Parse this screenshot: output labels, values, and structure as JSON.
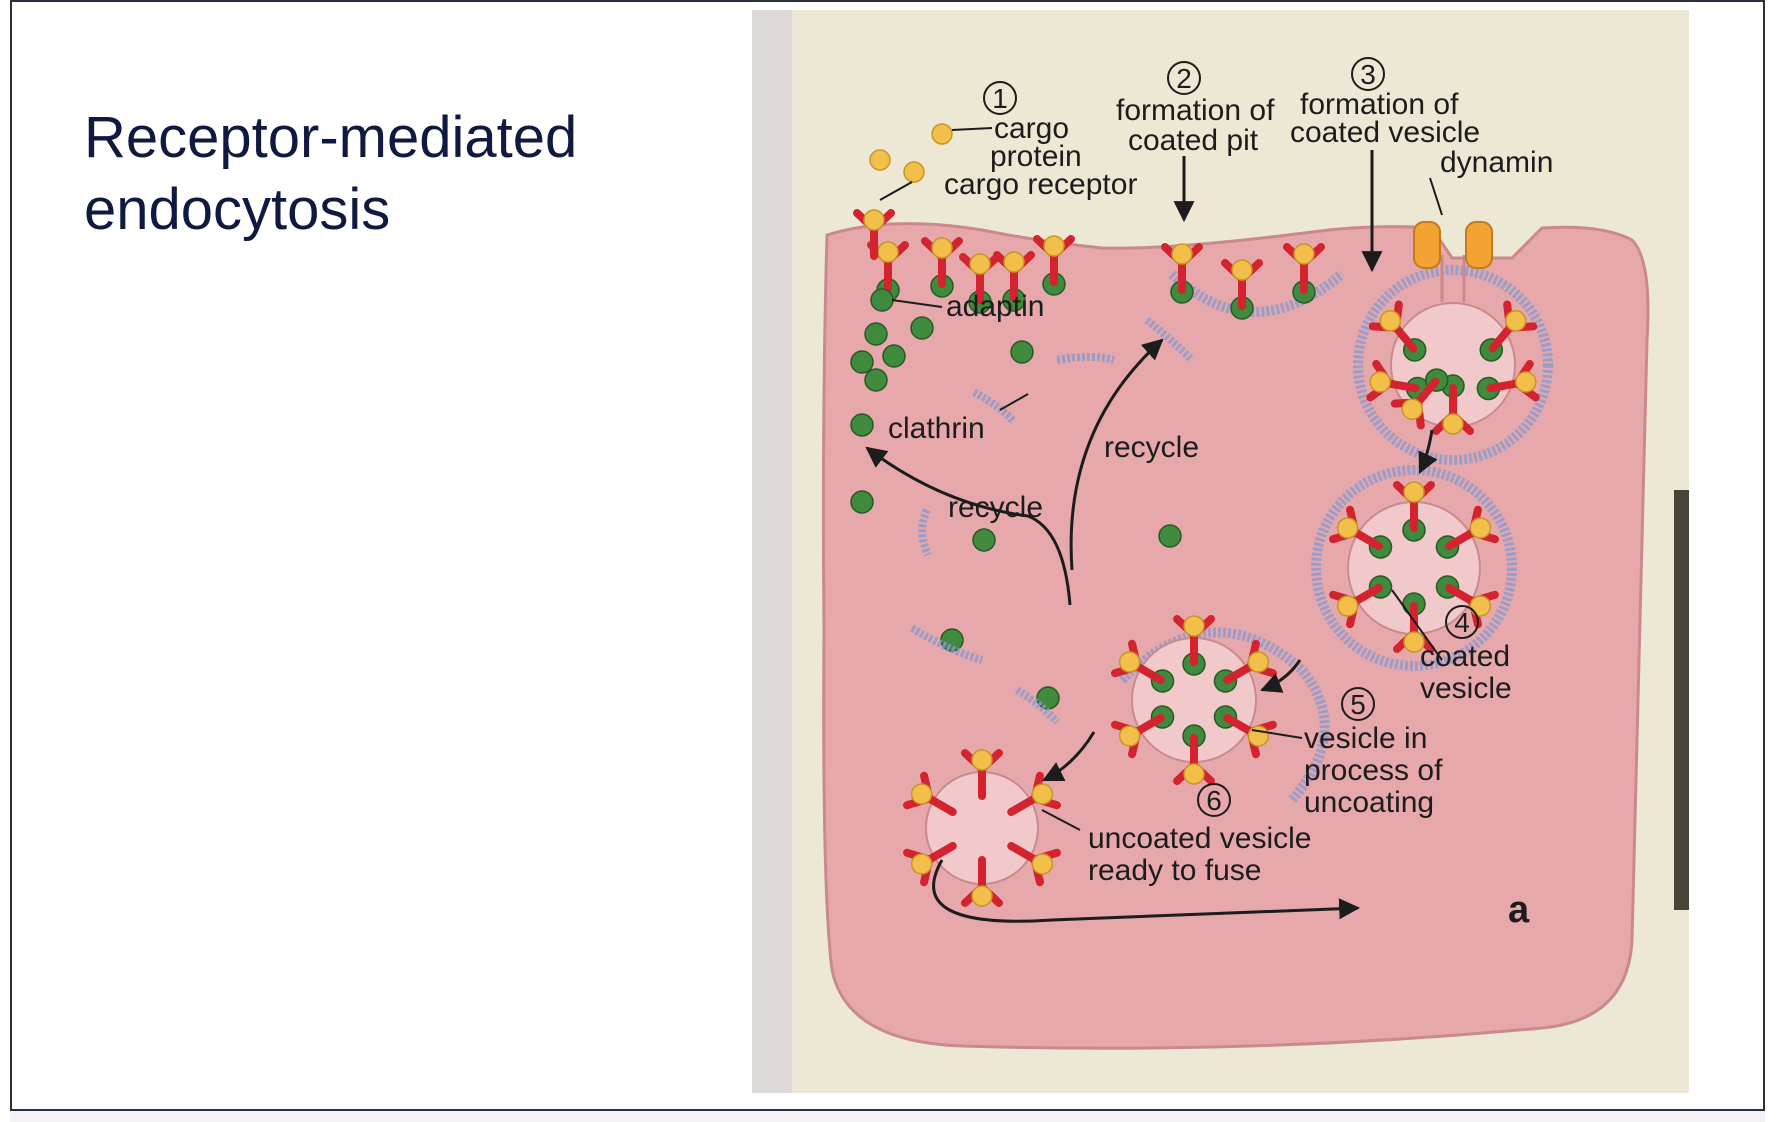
{
  "slide": {
    "title_line1": "Receptor-mediated",
    "title_line2": "endocytosis"
  },
  "diagram": {
    "step_numbers": [
      "1",
      "2",
      "3",
      "4",
      "5",
      "6"
    ],
    "labels": {
      "cargo": "cargo",
      "protein": "protein",
      "cargo_receptor": "cargo receptor",
      "formation_of_a": "formation of",
      "coated_pit": "coated pit",
      "formation_of_b": "formation of",
      "coated_vesicle": "coated vesicle",
      "dynamin": "dynamin",
      "adaptin": "adaptin",
      "clathrin": "clathrin",
      "recycle_upper": "recycle",
      "recycle_lower": "recycle",
      "coated_4a": "coated",
      "vesicle_4b": "vesicle",
      "vesicle_in": "vesicle in",
      "process_of": "process of",
      "uncoating": "uncoating",
      "uncoated_vesicle": "uncoated vesicle",
      "ready_to_fuse": "ready to fuse",
      "panel_letter": "a"
    },
    "colors": {
      "cell": "#e7a8ab",
      "page": "#ede8d4",
      "receptor": "#d2232e",
      "cargo": "#f2c04a",
      "adaptin": "#3f8a3c",
      "clathrin": "#8a9ad0",
      "dynamin": "#f2a332"
    }
  }
}
